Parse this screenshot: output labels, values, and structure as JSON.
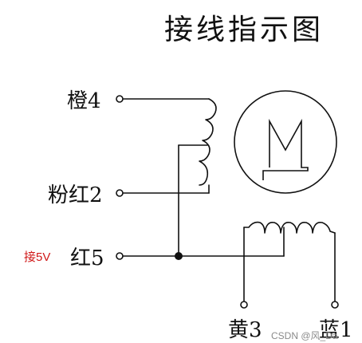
{
  "title": "接线指示图",
  "labels": {
    "orange": "橙4",
    "pink": "粉红2",
    "red": "红5",
    "yellow": "黄3",
    "blue": "蓝1"
  },
  "annotation": "接5V",
  "motor_symbol": "M",
  "watermark": "CSDN @风_Da"
}
